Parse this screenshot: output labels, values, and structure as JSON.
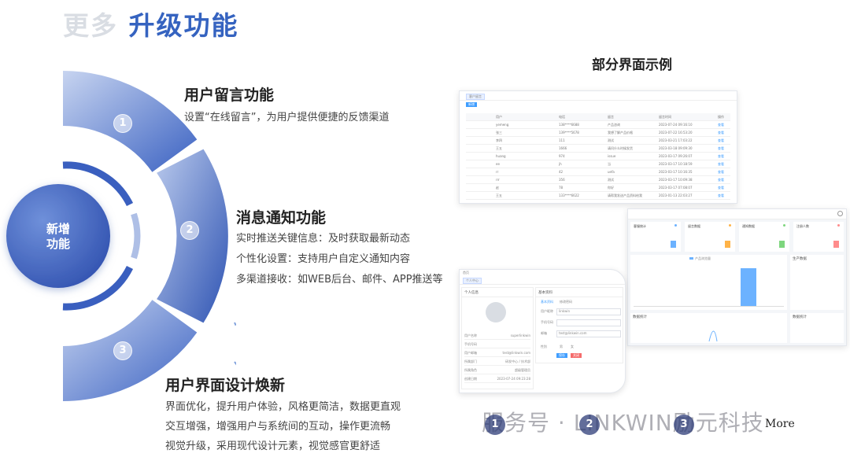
{
  "header": {
    "prefix": "更多",
    "title": "升级功能"
  },
  "core": {
    "label_line1": "新增",
    "label_line2": "功能"
  },
  "features": [
    {
      "number": "1",
      "title": "用户留言功能",
      "lines": [
        "设置“在线留言”，为用户提供便捷的反馈渠道"
      ]
    },
    {
      "number": "2",
      "title": "消息通知功能",
      "lines": [
        "实时推送关键信息：及时获取最新动态",
        "个性化设置：支持用户自定义通知内容",
        "多渠道接收：如WEB后台、邮件、APP推送等"
      ]
    },
    {
      "number": "3",
      "title": "用户界面设计焕新",
      "lines": [
        "界面优化，提升用户体验，风格更简洁，数据更直观",
        "交互增强，增强用户与系统间的互动，操作更流畅",
        "视觉升级，采用现代设计元素，视觉感官更舒适"
      ]
    }
  ],
  "showcase": {
    "title": "部分界面示例"
  },
  "screens": {
    "table": {
      "tab": "客户留言",
      "button": "新增",
      "headers": [
        "用户",
        "电话",
        "留言",
        "留言时间",
        "操作"
      ],
      "rows": [
        [
          "yemeng",
          "138****6688",
          "产品咨询",
          "2023-07-24 09:16:10",
          "查看"
        ],
        [
          "张三",
          "139****5678",
          "我想了解产品价格",
          "2023-07-22 16:53:20",
          "查看"
        ],
        [
          "李四",
          "111",
          "测试",
          "2023-03-21 17:03:22",
          "查看"
        ],
        [
          "王五",
          "1666",
          "请问什么时候发货",
          "2023-03-18 09:09:30",
          "查看"
        ],
        [
          "huang",
          "974",
          "issue",
          "2023-03-17 09:26:07",
          "查看"
        ],
        [
          "ee",
          "jh",
          "当",
          "2023-03-17 10:18:59",
          "查看"
        ],
        [
          "rr",
          "42",
          "uefa",
          "2023-03-17 10:16:35",
          "查看"
        ],
        [
          "rrr",
          "356",
          "测试",
          "2023-03-17 10:09:38",
          "查看"
        ],
        [
          "赵",
          "78",
          "你好",
          "2023-03-17 07:08:07",
          "查看"
        ],
        [
          "王五",
          "133****6622",
          "请帮我发送产品资料给我",
          "2023-01-13 22:03:27",
          "查看"
        ]
      ]
    },
    "dashboard": {
      "cards": [
        "客服统计",
        "留言数据",
        "通知数据",
        "注册人数"
      ],
      "left_bar_label": "产品浏览量",
      "right_title": "生产数据",
      "bottom_left_title": "数据统计",
      "bottom_right_title": "数据统计"
    },
    "profile": {
      "tab": "个人中心",
      "crumb": "首页",
      "left_title": "个人信息",
      "fields": [
        [
          "用户名称",
          "superlinkwin"
        ],
        [
          "手机号码",
          ""
        ],
        [
          "用户邮箱",
          "test@linkwin.com"
        ],
        [
          "所属部门",
          "研发中心 / 技术部"
        ],
        [
          "所属角色",
          "超级管理员"
        ],
        [
          "创建日期",
          "2023-07-24 09:23:28"
        ]
      ],
      "right_title": "基本资料",
      "tabs": [
        "基本资料",
        "修改密码"
      ],
      "inputs": [
        [
          "用户昵称",
          "linkwin"
        ],
        [
          "手机号码",
          ""
        ],
        [
          "邮箱",
          "test@linkwin.com"
        ]
      ],
      "gender_label": "性别",
      "gender_options": [
        "男",
        "女"
      ],
      "save": "保存",
      "close": "关闭"
    }
  },
  "watermark": {
    "text": "服务号 · LINKWIN励元科技",
    "dots": [
      "1",
      "2",
      "3"
    ],
    "more": "More"
  },
  "colors": {
    "accent": "#3563c0",
    "ring_light": "#a9bde6",
    "ring_dark": "#2f54b3"
  }
}
